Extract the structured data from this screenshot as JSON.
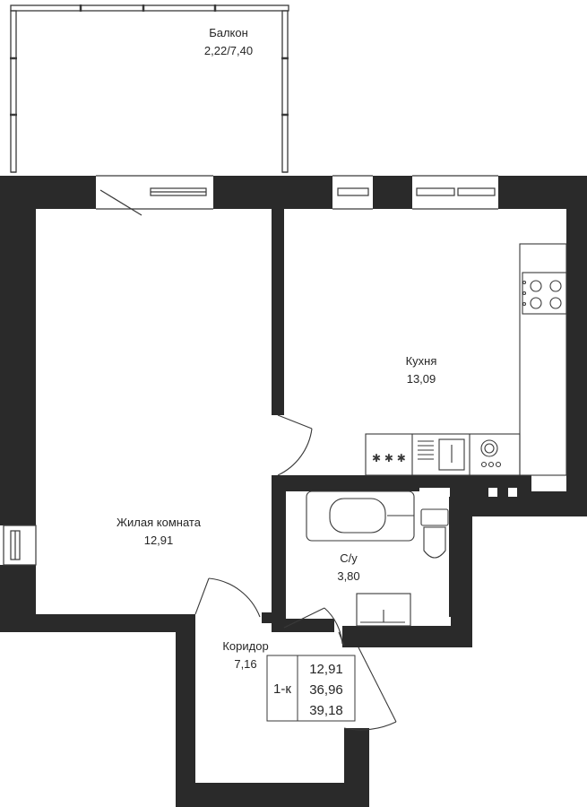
{
  "rooms": {
    "balcony": {
      "name": "Балкон",
      "area": "2,22/7,40"
    },
    "kitchen": {
      "name": "Кухня",
      "area": "13,09"
    },
    "living": {
      "name": "Жилая комната",
      "area": "12,91"
    },
    "bathroom": {
      "name": "С/у",
      "area": "3,80"
    },
    "corridor": {
      "name": "Коридор",
      "area": "7,16"
    }
  },
  "summary": {
    "type": "1-к",
    "living_area": "12,91",
    "total_area": "36,96",
    "total_with_balcony": "39,18"
  },
  "colors": {
    "wall": "#2a2a2a",
    "line": "#3a3a3a",
    "background": "#ffffff"
  }
}
